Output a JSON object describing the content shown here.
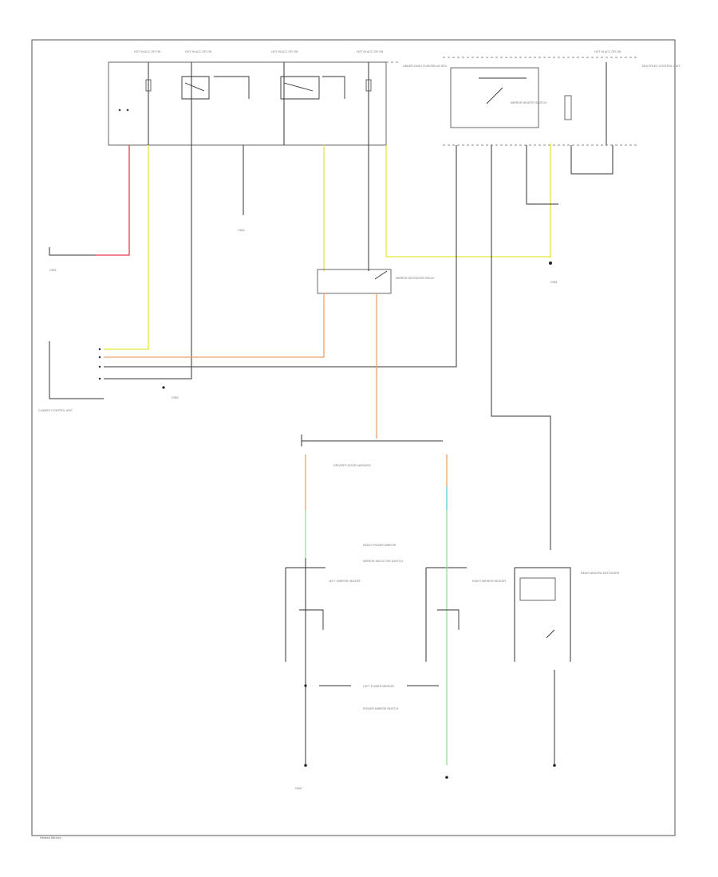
{
  "labels": {
    "top1": "HOT IN ACC OR ON",
    "top2": "HOT IN ACC OR ON",
    "top3": "HOT IN ACC OR ON",
    "top4": "HOT IN ACC OR ON",
    "top5": "HOT IN ACC OR ON",
    "underhood_fuse": "UNDER-DASH FUSE/RELAY BOX",
    "power_mirror": "POWER MIRROR SWITCH",
    "left_mirror": "LEFT POWER MIRROR",
    "right_mirror": "RIGHT POWER MIRROR",
    "mirror_sw": "MIRROR SELECTOR SWITCH",
    "heater_sw": "MIRROR HEATER SWITCH",
    "multi_ctrl": "MULTIPLEX CONTROL UNIT",
    "relay": "MIRROR DEFOGGER RELAY",
    "ground1": "G501",
    "ground2": "G502",
    "ground3": "G551",
    "ground4": "G552",
    "ground5": "G601",
    "ctrl_box": "CLIMATE CONTROL UNIT",
    "door_harness": "DRIVER'S DOOR HARNESS",
    "rear_defogger": "REAR WINDOW DEFOGGER",
    "left_heater": "LEFT MIRROR HEATER",
    "right_heater": "RIGHT MIRROR HEATER",
    "footer": "Heated Mirrors"
  }
}
